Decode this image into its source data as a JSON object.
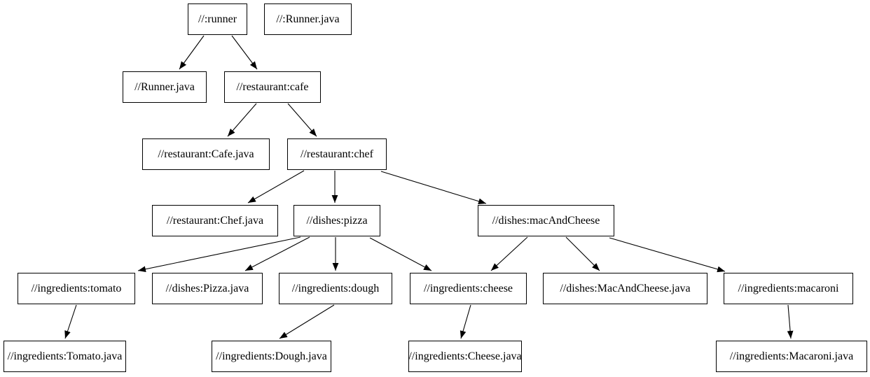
{
  "diagram": {
    "type": "dependency-graph",
    "colors": {
      "background": "#ffffff",
      "node_fill": "#ffffff",
      "node_border": "#000000",
      "edge": "#000000",
      "text": "#000000"
    },
    "nodes": [
      {
        "id": "runner",
        "label": "//:runner"
      },
      {
        "id": "runner-java-file",
        "label": "//:Runner.java"
      },
      {
        "id": "runner-java",
        "label": "//Runner.java"
      },
      {
        "id": "cafe",
        "label": "//restaurant:cafe"
      },
      {
        "id": "cafe-java",
        "label": "//restaurant:Cafe.java"
      },
      {
        "id": "chef",
        "label": "//restaurant:chef"
      },
      {
        "id": "chef-java",
        "label": "//restaurant:Chef.java"
      },
      {
        "id": "pizza",
        "label": "//dishes:pizza"
      },
      {
        "id": "mac-and-cheese",
        "label": "//dishes:macAndCheese"
      },
      {
        "id": "tomato",
        "label": "//ingredients:tomato"
      },
      {
        "id": "pizza-java",
        "label": "//dishes:Pizza.java"
      },
      {
        "id": "dough",
        "label": "//ingredients:dough"
      },
      {
        "id": "cheese",
        "label": "//ingredients:cheese"
      },
      {
        "id": "mac-and-cheese-java",
        "label": "//dishes:MacAndCheese.java"
      },
      {
        "id": "macaroni",
        "label": "//ingredients:macaroni"
      },
      {
        "id": "tomato-java",
        "label": "//ingredients:Tomato.java"
      },
      {
        "id": "dough-java",
        "label": "//ingredients:Dough.java"
      },
      {
        "id": "cheese-java",
        "label": "//ingredients:Cheese.java"
      },
      {
        "id": "macaroni-java",
        "label": "//ingredients:Macaroni.java"
      }
    ],
    "edges": [
      {
        "from": "runner",
        "to": "runner-java"
      },
      {
        "from": "runner",
        "to": "cafe"
      },
      {
        "from": "cafe",
        "to": "cafe-java"
      },
      {
        "from": "cafe",
        "to": "chef"
      },
      {
        "from": "chef",
        "to": "chef-java"
      },
      {
        "from": "chef",
        "to": "pizza"
      },
      {
        "from": "chef",
        "to": "mac-and-cheese"
      },
      {
        "from": "pizza",
        "to": "tomato"
      },
      {
        "from": "pizza",
        "to": "pizza-java"
      },
      {
        "from": "pizza",
        "to": "dough"
      },
      {
        "from": "pizza",
        "to": "cheese"
      },
      {
        "from": "mac-and-cheese",
        "to": "cheese"
      },
      {
        "from": "mac-and-cheese",
        "to": "mac-and-cheese-java"
      },
      {
        "from": "mac-and-cheese",
        "to": "macaroni"
      },
      {
        "from": "tomato",
        "to": "tomato-java"
      },
      {
        "from": "dough",
        "to": "dough-java"
      },
      {
        "from": "cheese",
        "to": "cheese-java"
      },
      {
        "from": "macaroni",
        "to": "macaroni-java"
      }
    ]
  }
}
